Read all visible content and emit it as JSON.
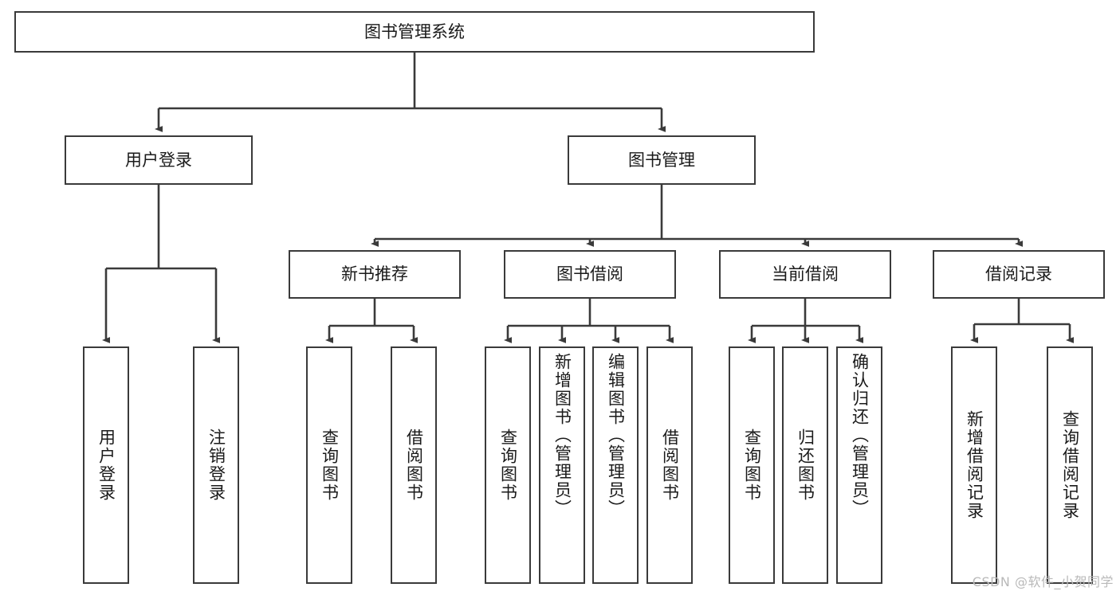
{
  "diagram": {
    "title": "图书管理系统",
    "type": "hierarchy-tree",
    "watermark": "CSDN @软件_小贺同学",
    "colors": {
      "box_border": "#3a3a3a",
      "box_fill": "#ffffff",
      "edge": "#3a3a3a",
      "text": "#1a1a1a",
      "watermark": "#b9b9b9"
    },
    "root": {
      "label": "图书管理系统"
    },
    "level2": [
      {
        "label": "用户登录"
      },
      {
        "label": "图书管理"
      }
    ],
    "level3": [
      {
        "label": "新书推荐"
      },
      {
        "label": "图书借阅"
      },
      {
        "label": "当前借阅"
      },
      {
        "label": "借阅记录"
      }
    ],
    "leaves": {
      "user_login": [
        {
          "label": "用户登录"
        },
        {
          "label": "注销登录"
        }
      ],
      "new_book": [
        {
          "label": "查询图书"
        },
        {
          "label": "借阅图书"
        }
      ],
      "book_borrow": [
        {
          "label": "查询图书"
        },
        {
          "label": "新增图书（管理员）"
        },
        {
          "label": "编辑图书（管理员）"
        },
        {
          "label": "借阅图书"
        }
      ],
      "current_borrow": [
        {
          "label": "查询图书"
        },
        {
          "label": "归还图书"
        },
        {
          "label": "确认归还（管理员）"
        }
      ],
      "borrow_record": [
        {
          "label": "新增借阅记录"
        },
        {
          "label": "查询借阅记录"
        }
      ]
    }
  }
}
